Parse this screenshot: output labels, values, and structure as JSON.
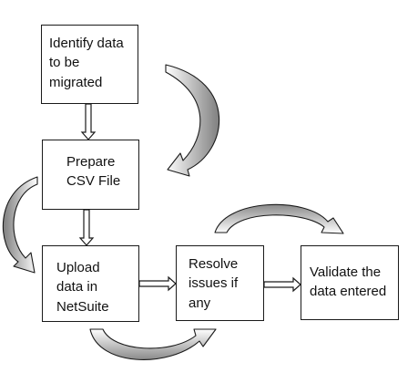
{
  "diagram": {
    "nodes": [
      {
        "id": "identify",
        "lines": [
          "Identify data",
          "to be",
          "migrated"
        ]
      },
      {
        "id": "prepare",
        "lines": [
          "Prepare",
          "CSV File"
        ]
      },
      {
        "id": "upload",
        "lines": [
          "Upload",
          "data in",
          "NetSuite"
        ]
      },
      {
        "id": "resolve",
        "lines": [
          "Resolve",
          "issues if",
          "any"
        ]
      },
      {
        "id": "validate",
        "lines": [
          "Validate the",
          "data entered"
        ]
      }
    ],
    "edges": [
      {
        "from": "identify",
        "to": "prepare",
        "style": "hollow-down-arrow"
      },
      {
        "from": "prepare",
        "to": "upload",
        "style": "hollow-down-arrow"
      },
      {
        "from": "upload",
        "to": "resolve",
        "style": "hollow-right-arrow"
      },
      {
        "from": "resolve",
        "to": "validate",
        "style": "hollow-right-arrow"
      },
      {
        "from": "identify",
        "to": "prepare",
        "style": "curved-arrow-right-side"
      },
      {
        "from": "prepare",
        "to": "upload",
        "style": "curved-arrow-left-side"
      },
      {
        "from": "upload",
        "to": "resolve",
        "style": "curved-arrow-below"
      },
      {
        "from": "resolve",
        "to": "validate",
        "style": "curved-arrow-above"
      }
    ],
    "colors": {
      "stroke": "#1a1a1a",
      "fill": "#ffffff",
      "curve_fill": "#a6a6a6"
    }
  }
}
